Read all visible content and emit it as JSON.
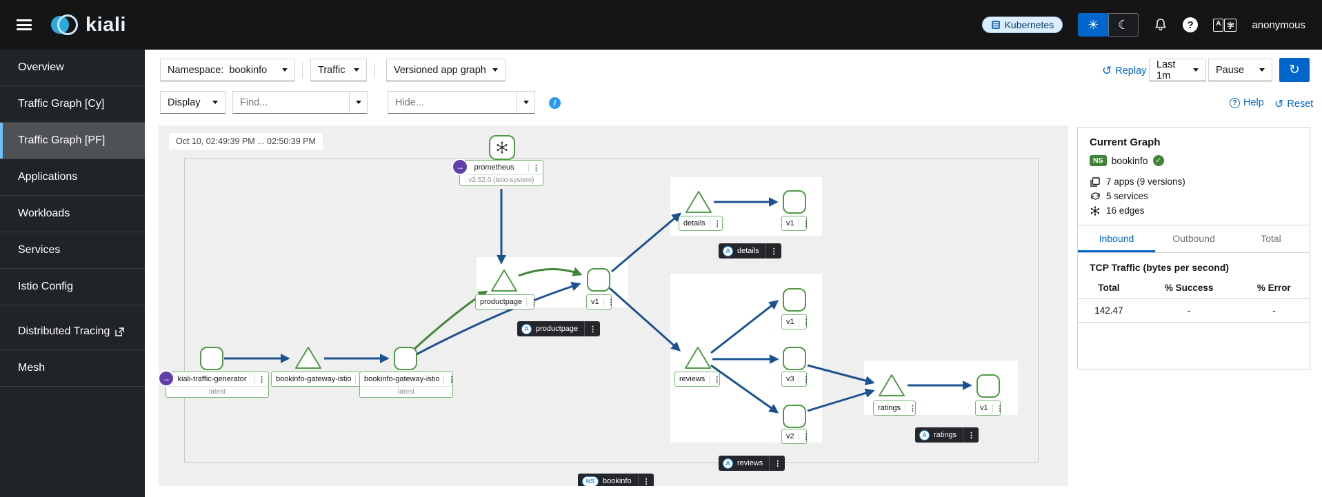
{
  "colors": {
    "accent": "#0066cc",
    "edge_blue": "#1d5291",
    "edge_green": "#3e8635",
    "node_border": "#4e9b43",
    "sidebar_active_border": "#73bcf7",
    "navbar_bg": "#151515"
  },
  "icons": {
    "kebab": "⋮",
    "root_arrow": "→",
    "sun": "☀",
    "moon": "☾",
    "replay": "↺",
    "refresh": "↻",
    "reset": "↺",
    "help_mark": "?",
    "info_mark": "i",
    "check": "✓",
    "external_link": "↗",
    "lang_a": "A",
    "lang_zh": "字",
    "question": "?"
  },
  "navbar": {
    "brand": "kiali",
    "cluster_badge": "Kubernetes",
    "username": "anonymous"
  },
  "sidebar": {
    "items": [
      {
        "label": "Overview"
      },
      {
        "label": "Traffic Graph [Cy]"
      },
      {
        "label": "Traffic Graph [PF]"
      },
      {
        "label": "Applications"
      },
      {
        "label": "Workloads"
      },
      {
        "label": "Services"
      },
      {
        "label": "Istio Config"
      },
      {
        "label": "Distributed Tracing"
      },
      {
        "label": "Mesh"
      }
    ]
  },
  "toolbar": {
    "namespace_label": "Namespace:",
    "namespace_value": "bookinfo",
    "traffic_label": "Traffic",
    "graph_type": "Versioned app graph",
    "replay_label": "Replay",
    "interval_label": "Last 1m",
    "refresh_mode": "Pause",
    "display_label": "Display",
    "find_placeholder": "Find...",
    "hide_placeholder": "Hide...",
    "help_label": "Help",
    "reset_label": "Reset"
  },
  "graph": {
    "timestamp": "Oct 10, 02:49:39 PM ... 02:50:39 PM",
    "labels": {
      "prometheus": "prometheus",
      "prometheus_sub": "v2.52.0:(istio-system)",
      "ktg": "kiali-traffic-generator",
      "gateway": "bookinfo-gateway-istio",
      "latest": "latest",
      "productpage": "productpage",
      "details": "details",
      "reviews": "reviews",
      "ratings": "ratings",
      "v1": "v1",
      "v2": "v2",
      "v3": "v3",
      "a": "A",
      "ns": "NS",
      "bookinfo": "bookinfo"
    }
  },
  "panel": {
    "title": "Current Graph",
    "ns_chip": "NS",
    "namespace": "bookinfo",
    "stats": [
      "7 apps (9 versions)",
      "5 services",
      "16 edges"
    ],
    "tabs": [
      "Inbound",
      "Outbound",
      "Total"
    ],
    "section_title": "TCP Traffic (bytes per second)",
    "table": {
      "headers": [
        "Total",
        "% Success",
        "% Error"
      ],
      "row": [
        "142.47",
        "-",
        "-"
      ]
    }
  }
}
